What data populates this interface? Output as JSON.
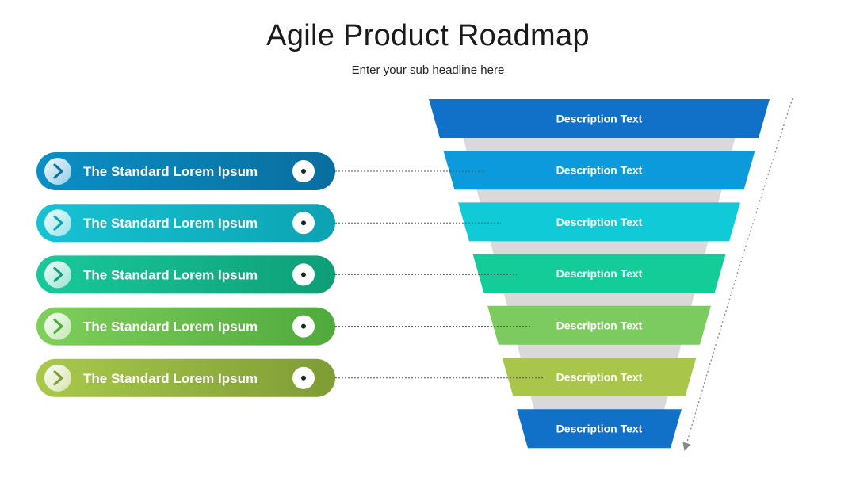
{
  "header": {
    "title": "Agile Product Roadmap",
    "subtitle": "Enter your sub headline here"
  },
  "items": [
    {
      "label": "The Standard Lorem Ipsum",
      "color_start": "#0b8fc6",
      "color_end": "#0a6e9e"
    },
    {
      "label": "The Standard Lorem Ipsum",
      "color_start": "#16c3d3",
      "color_end": "#0ca3b3"
    },
    {
      "label": "The Standard Lorem Ipsum",
      "color_start": "#19c99a",
      "color_end": "#0e9e77"
    },
    {
      "label": "The Standard Lorem Ipsum",
      "color_start": "#7fcf5a",
      "color_end": "#4faa3c"
    },
    {
      "label": "The Standard Lorem Ipsum",
      "color_start": "#a9c94b",
      "color_end": "#7f9c35"
    }
  ],
  "funnel": [
    {
      "label": "Description Text",
      "color": "#1170c7"
    },
    {
      "label": "Description Text",
      "color": "#0b9bdd"
    },
    {
      "label": "Description Text",
      "color": "#0fcbd8"
    },
    {
      "label": "Description Text",
      "color": "#14cc97"
    },
    {
      "label": "Description Text",
      "color": "#7ccb5e"
    },
    {
      "label": "Description Text",
      "color": "#a8c74a"
    },
    {
      "label": "Description Text",
      "color": "#1170c7"
    }
  ]
}
